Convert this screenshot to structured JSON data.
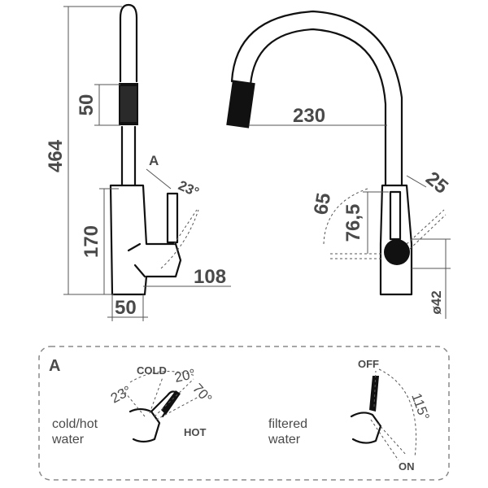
{
  "side_view": {
    "dim_total_height": "464",
    "dim_spray_head": "50",
    "dim_base_height": "170",
    "dim_projection": "108",
    "dim_base_diameter": "50",
    "detail_marker": "A",
    "angle_lever": "23°"
  },
  "front_view": {
    "dim_reach": "230",
    "angle_65": "65",
    "dim_lever_height": "76,5",
    "angle_25": "25",
    "dim_hole": "ø42"
  },
  "detail_a": {
    "title": "A",
    "left_caption_line1": "cold/hot",
    "left_caption_line2": "water",
    "cold_label": "COLD",
    "hot_label": "HOT",
    "angle_23": "23°",
    "angle_20": "20°",
    "angle_70": "70°",
    "right_caption_line1": "filtered",
    "right_caption_line2": "water",
    "off_label": "OFF",
    "on_label": "ON",
    "angle_115": "115°"
  }
}
